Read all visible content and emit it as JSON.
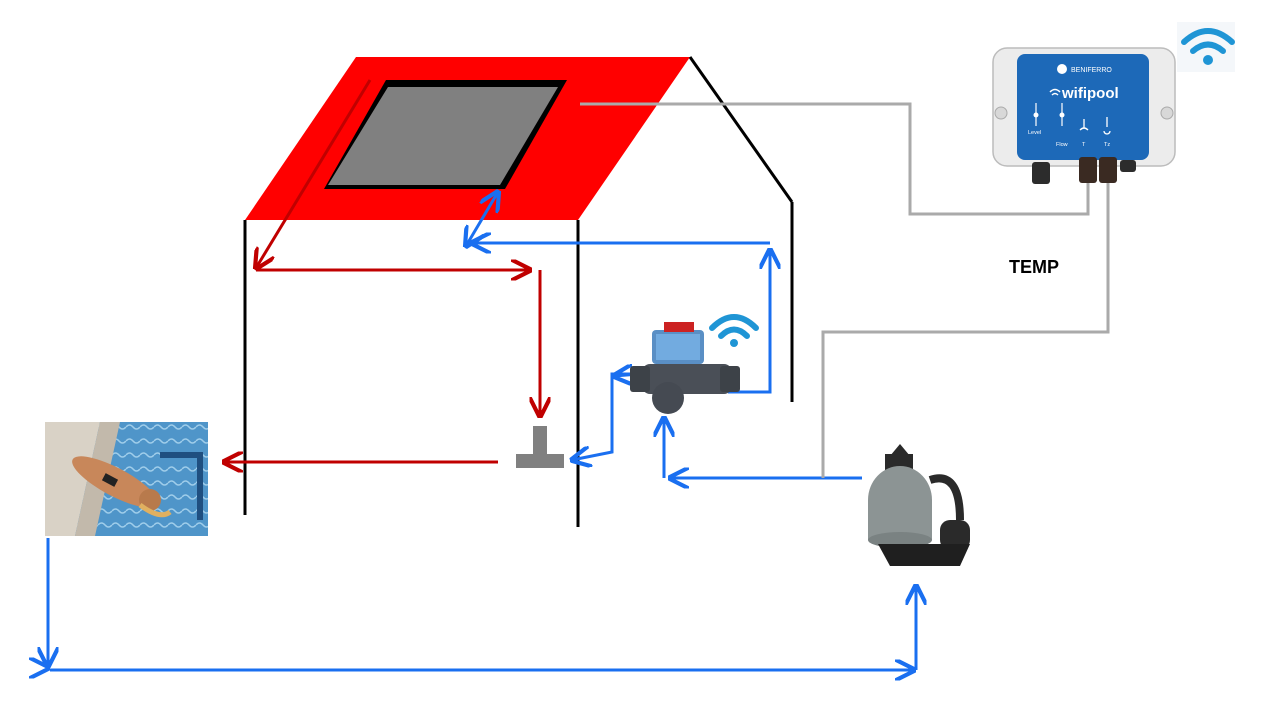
{
  "labels": {
    "temp": "TEMP",
    "controller_brand": "BENIFERRO",
    "controller_name": "wifipool",
    "port_labels": [
      "Level",
      "Flow",
      "T",
      "Tz"
    ]
  },
  "icons": {
    "controller_wifi": "wifi-icon",
    "valve_wifi": "wifi-icon"
  },
  "colors": {
    "roof": "#ff0000",
    "solar_panel": "#808080",
    "hot_line": "#c00000",
    "cold_line": "#1a6ff0",
    "sensor_wire": "#aaaaaa",
    "wifi": "#1f95d5"
  }
}
